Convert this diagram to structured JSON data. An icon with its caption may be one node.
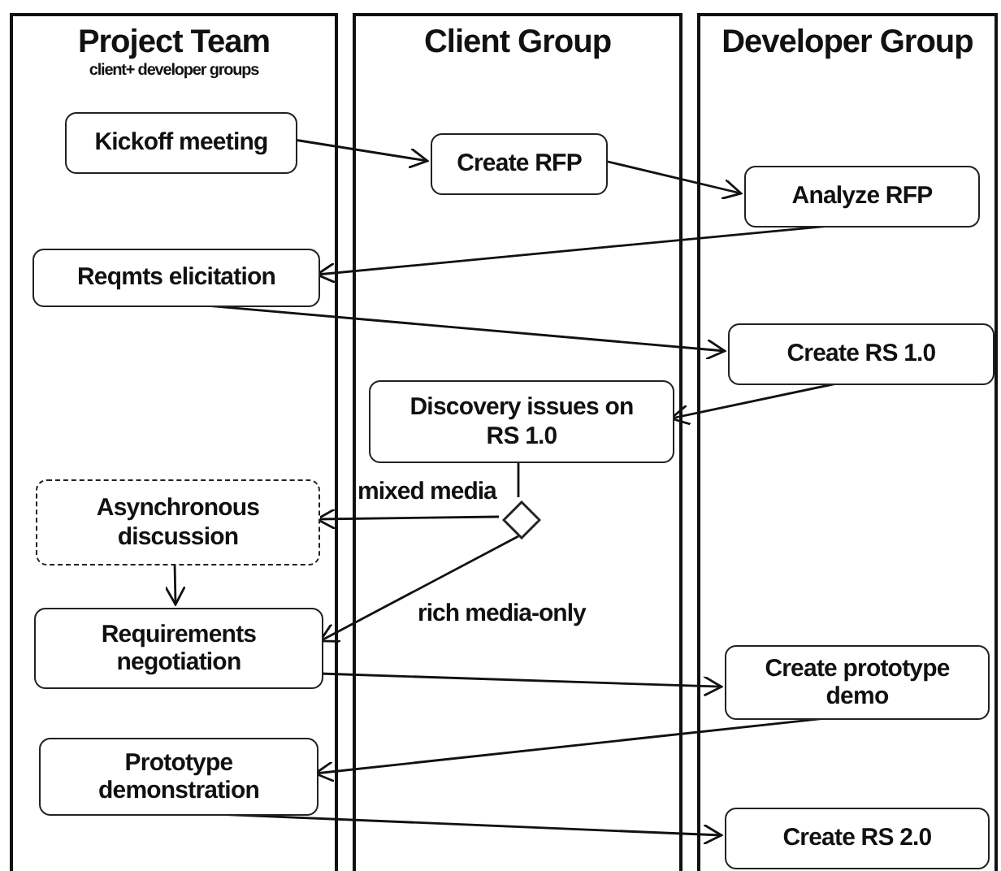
{
  "diagram": {
    "nodes": [
      {
        "text": [
          "Project Team",
          "client+ developer groups"
        ]
      },
      {
        "text": [
          "Client Group"
        ]
      },
      {
        "text": [
          "Developer Group"
        ]
      },
      {
        "text": [
          "Kickoff meeting"
        ],
        "in": 0
      },
      {
        "text": [
          "Create RFP"
        ],
        "in": 1
      },
      {
        "text": [
          "Analyze RFP"
        ],
        "in": 2
      },
      {
        "text": [
          "Reqmts elicitation"
        ],
        "in": 0
      },
      {
        "text": [
          "Create RS 1.0"
        ],
        "in": 2
      },
      {
        "text": [
          "Discovery issues on RS 1.0"
        ],
        "in": 1
      },
      {
        "text": [],
        "shape": "diamond",
        "in": 1
      },
      {
        "text": [
          "Asynchronous discussion"
        ],
        "in": 0
      },
      {
        "text": [
          "Requirements negotiation"
        ],
        "in": 0
      },
      {
        "text": [
          "Create prototype demo"
        ],
        "in": 2
      },
      {
        "text": [
          "Prototype demonstration"
        ],
        "in": 0
      },
      {
        "text": [
          "Create RS 2.0"
        ],
        "in": 2
      }
    ],
    "edges": [
      {
        "from": 3,
        "to": 4,
        "arrow": "to"
      },
      {
        "from": 4,
        "to": 5,
        "arrow": "to"
      },
      {
        "from": 5,
        "to": 6,
        "arrow": "to"
      },
      {
        "from": 6,
        "to": 7,
        "arrow": "to"
      },
      {
        "from": 7,
        "to": 8,
        "arrow": "to"
      },
      {
        "from": 8,
        "to": 9,
        "arrow": "none"
      },
      {
        "from": 9,
        "to": 10,
        "arrow": "to",
        "label": "mixed media"
      },
      {
        "from": 9,
        "to": 11,
        "arrow": "to",
        "label": "rich media-only"
      },
      {
        "from": 10,
        "to": 11,
        "arrow": "to"
      },
      {
        "from": 11,
        "to": 12,
        "arrow": "to"
      },
      {
        "from": 12,
        "to": 13,
        "arrow": "to"
      },
      {
        "from": 13,
        "to": 14,
        "arrow": "to"
      }
    ]
  }
}
